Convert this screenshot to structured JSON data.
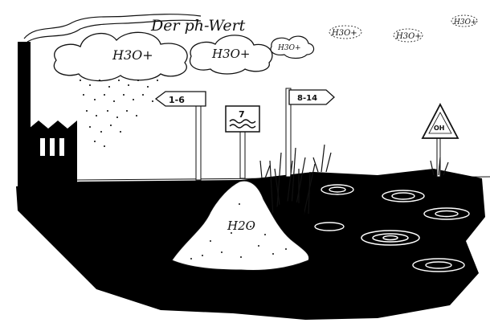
{
  "title": "Der ph-Wert",
  "clouds": {
    "big_left": "H3O+",
    "big_mid": "H3O+",
    "small": "H3O+"
  },
  "sky_molecules": [
    "H3O+",
    "H3O+",
    "H3O+"
  ],
  "signs": {
    "acid": "1-6",
    "neutral": "7",
    "base": "8-14",
    "hydroxide": "OH"
  },
  "mound_label": "H2O"
}
